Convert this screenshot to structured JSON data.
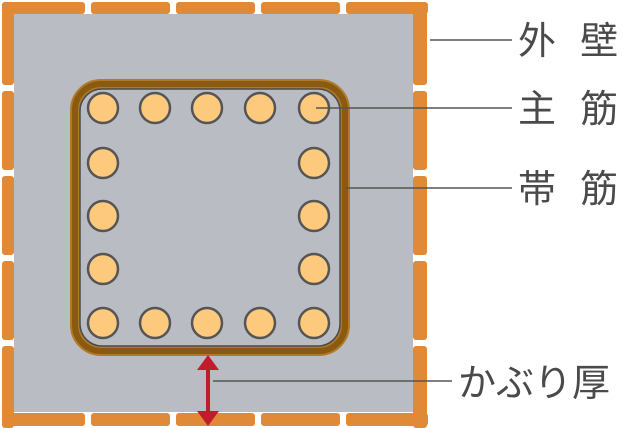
{
  "labels": {
    "outer_wall": "外 壁",
    "main_rebar": "主 筋",
    "hoop": "帯 筋",
    "cover_thickness": "かぶり厚"
  },
  "colors": {
    "wall": "#e08a38",
    "concrete": "#b9bcc2",
    "hoop": "#8a5a10",
    "rebar": "#fcc97d",
    "arrow": "#c01c2c",
    "leader": "#555555"
  },
  "rebar_grid": {
    "columns": 5,
    "rows": 5
  }
}
